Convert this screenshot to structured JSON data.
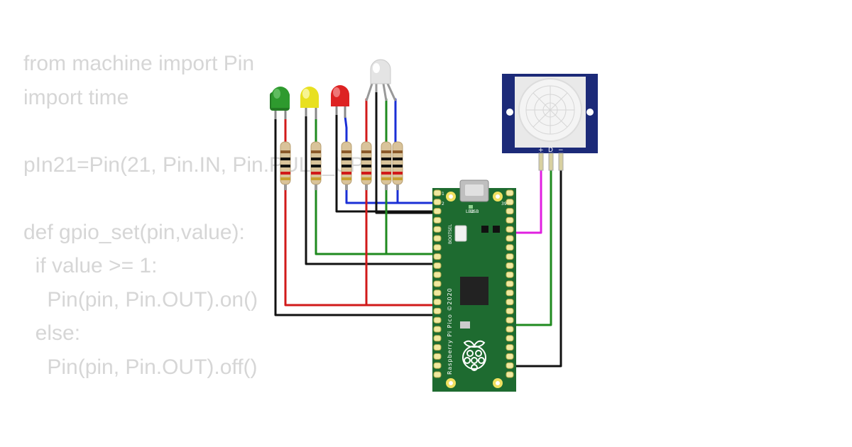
{
  "code": {
    "lines": [
      "from machine import Pin",
      "import time",
      "",
      "pIn21=Pin(21, Pin.IN, Pin.PULL_UP)",
      "",
      "def gpio_set(pin,value):",
      "  if value >= 1:",
      "    Pin(pin, Pin.OUT).on()",
      "  else:",
      "    Pin(pin, Pin.OUT).off()"
    ]
  },
  "pico": {
    "name": "Raspberry Pi Pico ©2020",
    "pin1_label": "1",
    "pin2_label": "2",
    "pin39_label": "39",
    "led_label": "LED",
    "usb_label": "USB",
    "bootsel_label": "BOOTSEL"
  },
  "pir": {
    "plus_label": "+",
    "d_label": "D",
    "minus_label": "−"
  },
  "colors": {
    "board": "#1e6b30",
    "pir_board": "#1c2a78",
    "wire_red": "#d11a1a",
    "wire_green": "#1f8a1f",
    "wire_black": "#111111",
    "wire_blue": "#1a2fd6",
    "wire_magenta": "#e020e0",
    "led_green": "#2e8b2e",
    "led_yellow": "#e8e020",
    "led_red": "#dd2222",
    "led_white": "#e4e4e4"
  }
}
